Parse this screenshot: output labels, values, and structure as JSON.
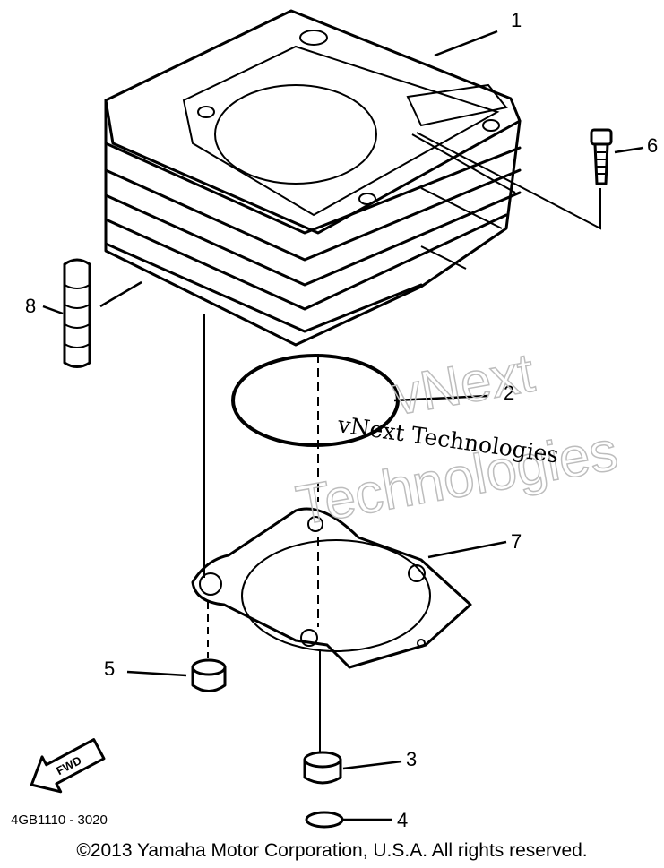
{
  "callouts": [
    {
      "id": "1",
      "label": "1"
    },
    {
      "id": "2",
      "label": "2"
    },
    {
      "id": "3",
      "label": "3"
    },
    {
      "id": "4",
      "label": "4"
    },
    {
      "id": "5",
      "label": "5"
    },
    {
      "id": "6",
      "label": "6"
    },
    {
      "id": "7",
      "label": "7"
    },
    {
      "id": "8",
      "label": "8"
    }
  ],
  "watermark": {
    "outline_line_1": "vNext",
    "outline_line_2": "Technologies",
    "serif_text": "vNext Technologies"
  },
  "direction_badge": "FWD",
  "drawing_code": "4GB1110 - 3020",
  "copyright": "©2013 Yamaha Motor Corporation, U.S.A. All rights reserved."
}
